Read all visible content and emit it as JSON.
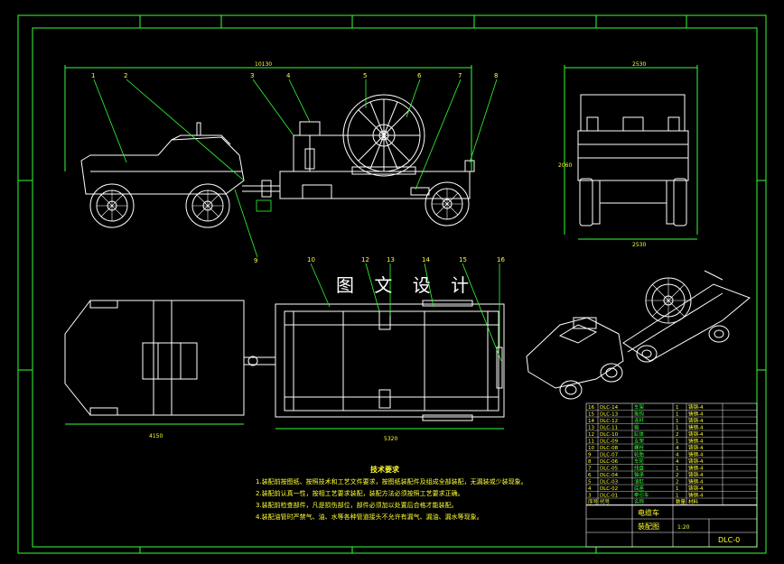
{
  "watermark": "图 文 设 计",
  "dimensions": {
    "top_length": "10130",
    "side_width": "2530",
    "side_height": "2060",
    "side_base": "2530",
    "plan_left": "4150",
    "plan_right": "5320"
  },
  "part_numbers_top": [
    "1",
    "2",
    "3",
    "4",
    "5",
    "6",
    "7",
    "8",
    "9"
  ],
  "part_numbers_mid": [
    "10",
    "12",
    "13",
    "14",
    "15",
    "16"
  ],
  "tech_requirements": {
    "title": "技术要求",
    "lines": [
      "1.装配前按图纸、按照技术和工艺文件要求，按图纸装配件及组成全部装配，无漏装或少装现象。",
      "2.装配前认真一性，按相工艺要求装配，装配方法必须按照工艺要求正确。",
      "3.装配前检查部件，凡是损伤部位，部件必须加以处置后合格才能装配。",
      "4.装配油管时严禁气、油、水等各种管道接头不允许有漏气、漏油、漏水等现象。"
    ]
  },
  "parts_list": {
    "rows": [
      [
        "16",
        "DLC-14",
        "车架",
        "1",
        "铸钢-4"
      ],
      [
        "15",
        "DLC-13",
        "拖钩",
        "1",
        "铸钢-4"
      ],
      [
        "14",
        "DLC-12",
        "连杆",
        "1",
        "铸钢-4"
      ],
      [
        "13",
        "DLC-11",
        "轴",
        "1",
        "铸钢-4"
      ],
      [
        "12",
        "DLC-10",
        "缸体",
        "2",
        "铸钢-4"
      ],
      [
        "11",
        "DLC-09",
        "支架",
        "1",
        "铸钢-4"
      ],
      [
        "10",
        "DLC-08",
        "螺栓",
        "4",
        "铸钢-4"
      ],
      [
        "9",
        "DLC-07",
        "轮胎",
        "4",
        "铸钢-4"
      ],
      [
        "8",
        "DLC-06",
        "车轮",
        "4",
        "铸钢-4"
      ],
      [
        "7",
        "DLC-05",
        "线盘",
        "1",
        "铸钢-4"
      ],
      [
        "6",
        "DLC-04",
        "轴承",
        "2",
        "铸钢-4"
      ],
      [
        "5",
        "DLC-03",
        "油缸",
        "2",
        "铸钢-4"
      ],
      [
        "4",
        "DLC-02",
        "底座",
        "1",
        "铸钢-4"
      ],
      [
        "3",
        "DLC-01",
        "牵引车",
        "1",
        "铸钢-4"
      ]
    ],
    "header": [
      "序号",
      "代号",
      "名称",
      "数量",
      "材料"
    ]
  },
  "title_block": {
    "product": "电缆车",
    "drawing_type": "装配图",
    "code": "DLC-0",
    "scale": "1:20"
  },
  "colors": {
    "frame": "#ffffff",
    "drawing": "#ffffff",
    "leader": "#33ff33",
    "text": "#ffff33"
  }
}
